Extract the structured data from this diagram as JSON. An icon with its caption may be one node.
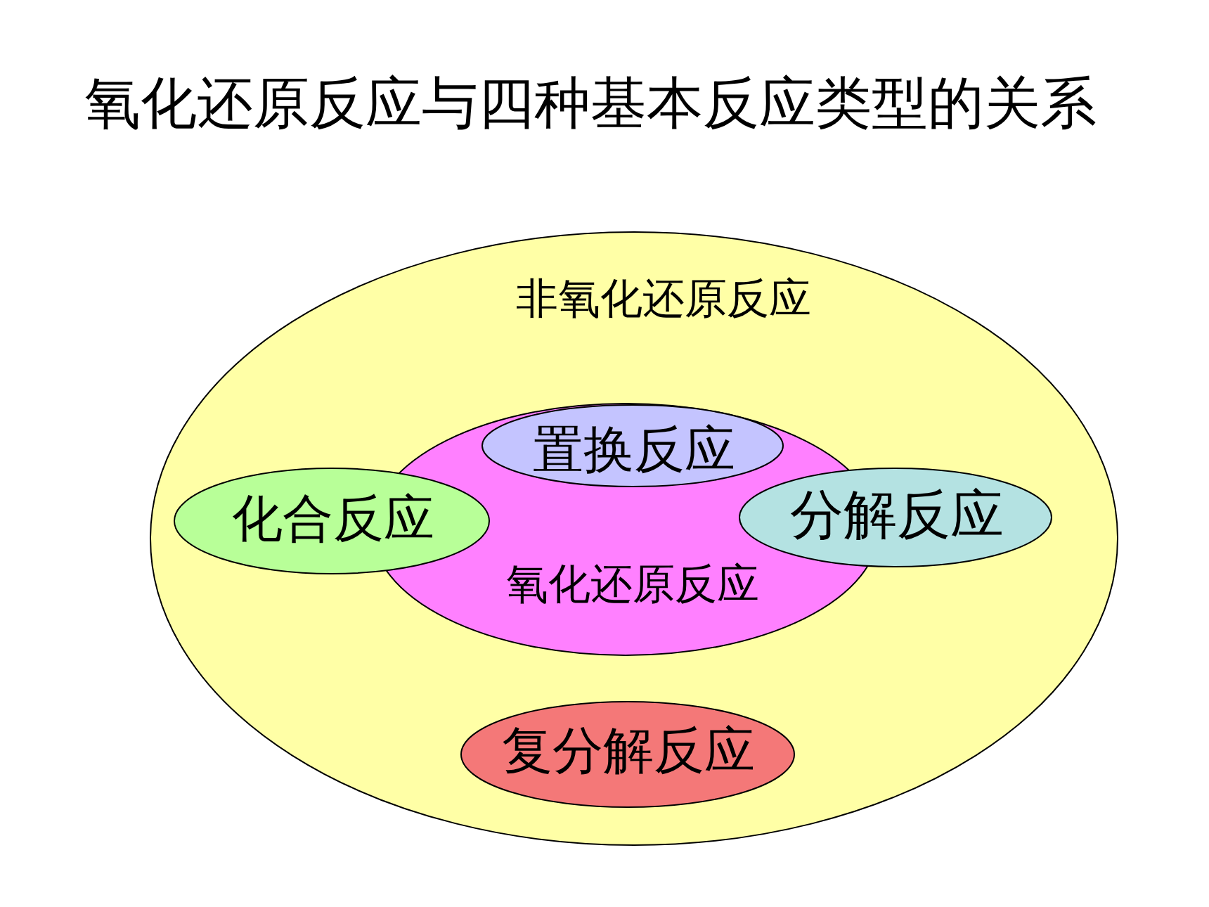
{
  "diagram": {
    "title": "氧化还原反应与四种基本反应类型的关系",
    "nodes": [
      {
        "text": [
          "非氧化还原反应"
        ]
      },
      {
        "text": [
          "氧化还原反应"
        ],
        "in": 0
      },
      {
        "text": [
          "置换反应"
        ],
        "in": 1
      },
      {
        "text": [
          "化合反应"
        ],
        "in": 0
      },
      {
        "text": [
          "分解反应"
        ],
        "in": 0
      },
      {
        "text": [
          "复分解反应"
        ],
        "in": 0
      }
    ]
  }
}
